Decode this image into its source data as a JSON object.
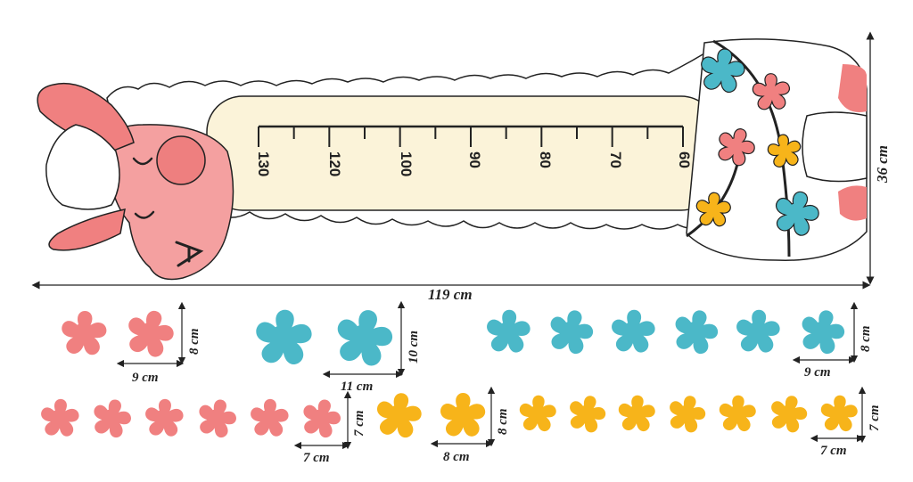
{
  "colors": {
    "pink": "#F08080",
    "pink_dark": "#E86E6E",
    "teal": "#4BB8C8",
    "yellow": "#F7B41A",
    "cream": "#FBF3D9",
    "outline": "#222222"
  },
  "ruler": {
    "tick_labels": [
      "130",
      "120",
      "100",
      "90",
      "80",
      "70",
      "60"
    ]
  },
  "dimensions": {
    "total_width": "119 cm",
    "total_height": "36 cm",
    "pink_large_width": "9 cm",
    "pink_large_height": "8 cm",
    "teal_large_width": "11 cm",
    "teal_large_height": "10 cm",
    "teal_small_width": "9 cm",
    "teal_small_height": "8 cm",
    "pink_small_width": "7 cm",
    "pink_small_height": "7 cm",
    "yellow_large_width": "8 cm",
    "yellow_large_height": "8 cm",
    "yellow_small_width": "7 cm",
    "yellow_small_height": "7 cm"
  },
  "icons": [
    "sleeping-pig-icon",
    "flower-icon",
    "ruler-icon"
  ]
}
